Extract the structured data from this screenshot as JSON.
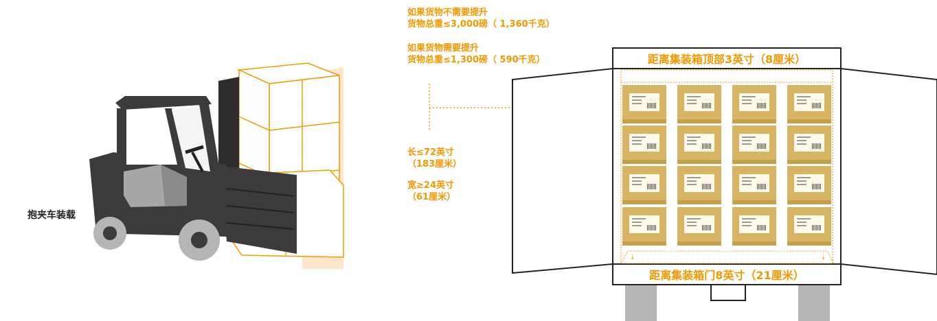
{
  "left_label": "抱夹车装载",
  "no_lift": {
    "line1": "如果货物不需要提升",
    "line2": "货物总重≤3,000磅（ 1,360千克）"
  },
  "lift": {
    "line1": "如果货物需要提升",
    "line2": "货物总重≤1,300磅（ 590千克）"
  },
  "length": {
    "line1": "长≤72英寸",
    "line2": "（183厘米）"
  },
  "width": {
    "line1": "宽≥24英寸",
    "line2": "（61厘米）"
  },
  "top_clearance": "距离集装箱顶部3英寸（8厘米）",
  "door_clearance": "距离集装箱门8英寸（21厘米）",
  "colors": {
    "accent": "#f39800",
    "box": "#d8b565",
    "forklift": "#3d3a3b",
    "wheel_grey": "#b5b5b5"
  }
}
